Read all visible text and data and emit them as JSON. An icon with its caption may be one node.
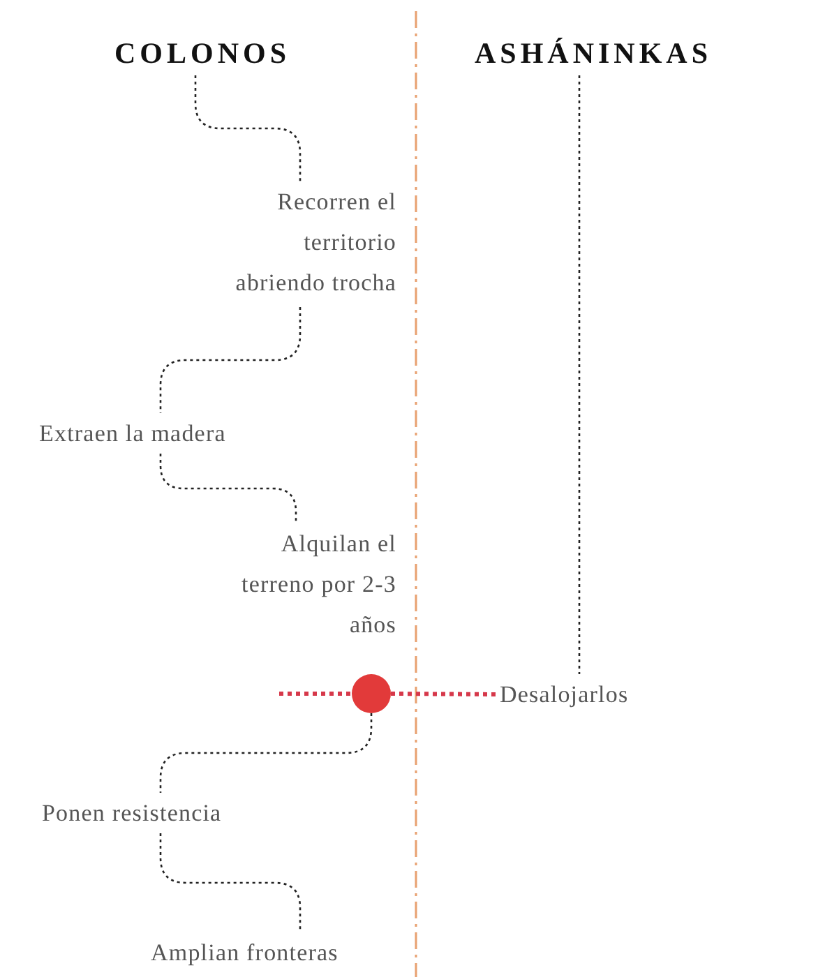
{
  "diagram": {
    "nodes": [
      {
        "text": [
          "COLONOS"
        ]
      },
      {
        "text": [
          "ASHÁNINKAS"
        ]
      },
      {
        "text": [
          "Recorren el territorio abriendo trocha"
        ]
      },
      {
        "text": [
          "Extraen la madera"
        ]
      },
      {
        "text": [
          "Alquilan el terreno por 2-3 años"
        ]
      },
      {
        "text": [],
        "shape": "circle"
      },
      {
        "text": [
          "Desalojarlos"
        ]
      },
      {
        "text": [
          "Ponen resistencia"
        ]
      },
      {
        "text": [
          "Amplian fronteras"
        ]
      }
    ],
    "edges": [
      {
        "from": 0,
        "to": 2,
        "arrow": "none"
      },
      {
        "from": 2,
        "to": 3,
        "arrow": "none"
      },
      {
        "from": 3,
        "to": 4,
        "arrow": "none"
      },
      {
        "from": 1,
        "to": 6,
        "arrow": "none"
      },
      {
        "from": null,
        "to": 5,
        "arrow": "none",
        "color": "#d6384a"
      },
      {
        "from": 5,
        "to": 6,
        "arrow": "none",
        "color": "#d6384a"
      },
      {
        "from": 5,
        "to": 7,
        "arrow": "none"
      },
      {
        "from": 7,
        "to": 8,
        "arrow": "none"
      }
    ]
  }
}
